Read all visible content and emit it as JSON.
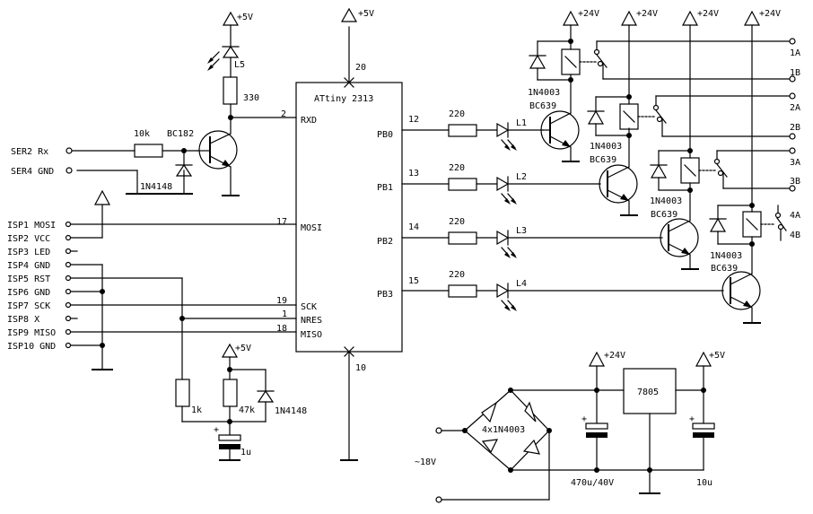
{
  "mcu": {
    "name": "ATtiny 2313",
    "pin_vcc": "20",
    "pin_gnd": "10",
    "pins": [
      {
        "num": "2",
        "name": "RXD"
      },
      {
        "num": "17",
        "name": "MOSI"
      },
      {
        "num": "19",
        "name": "SCK"
      },
      {
        "num": "1",
        "name": "NRES"
      },
      {
        "num": "18",
        "name": "MISO"
      },
      {
        "num": "12",
        "name": "PB0"
      },
      {
        "num": "13",
        "name": "PB1"
      },
      {
        "num": "14",
        "name": "PB2"
      },
      {
        "num": "15",
        "name": "PB3"
      }
    ]
  },
  "supply": {
    "v5": "+5V",
    "v24": "+24V",
    "ac_in": "~18V"
  },
  "rx": {
    "led": "L5",
    "led_res": "330",
    "base_res": "10k",
    "transistor": "BC182",
    "diode": "1N4148",
    "ser_rx": "SER2 Rx",
    "ser_gnd": "SER4 GND"
  },
  "isp": [
    "ISP1 MOSI",
    "ISP2 VCC",
    "ISP3 LED",
    "ISP4 GND",
    "ISP5 RST",
    "ISP6 GND",
    "ISP7 SCK",
    "ISP8 X",
    "ISP9 MISO",
    "ISP10 GND"
  ],
  "reset": {
    "r1": "1k",
    "r2": "47k",
    "diode": "1N4148",
    "cap": "1u"
  },
  "outputs": [
    {
      "res": "220",
      "led": "L1",
      "diode": "1N4003",
      "transistor": "BC639",
      "contacts": [
        "1A",
        "1B"
      ]
    },
    {
      "res": "220",
      "led": "L2",
      "diode": "1N4003",
      "transistor": "BC639",
      "contacts": [
        "2A",
        "2B"
      ]
    },
    {
      "res": "220",
      "led": "L3",
      "diode": "1N4003",
      "transistor": "BC639",
      "contacts": [
        "3A",
        "3B"
      ]
    },
    {
      "res": "220",
      "led": "L4",
      "diode": "1N4003",
      "transistor": "BC639",
      "contacts": [
        "4A",
        "4B"
      ]
    }
  ],
  "psu": {
    "bridge": "4x1N4003",
    "regulator": "7805",
    "cap1": "470u/40V",
    "cap2": "10u"
  }
}
